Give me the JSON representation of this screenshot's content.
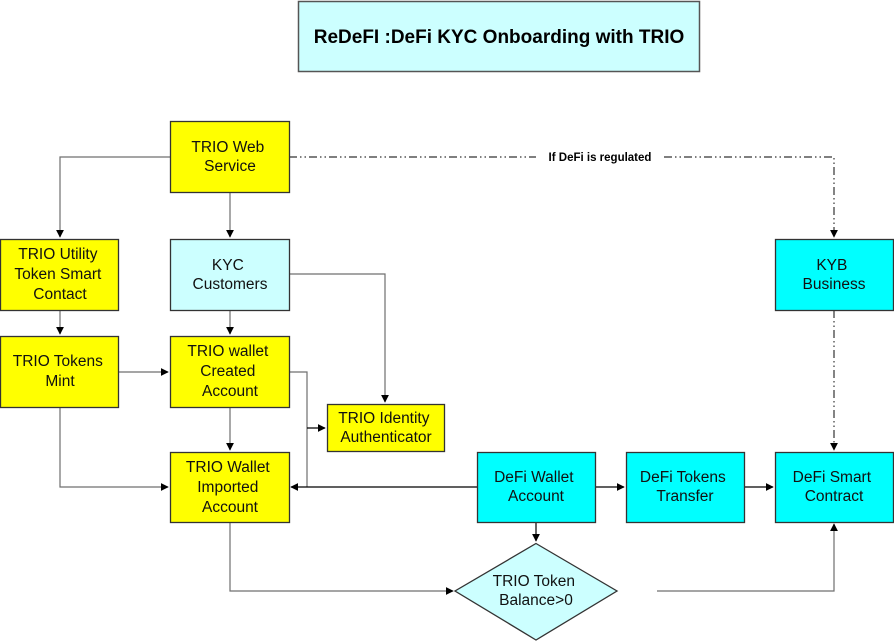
{
  "title": "ReDeFI :DeFi KYC Onboarding with TRIO",
  "colors": {
    "yellow": "#ffff00",
    "light_cyan": "#ccffff",
    "cyan": "#00ffff",
    "border": "#333333"
  },
  "nodes": [
    {
      "id": "trio-web-service",
      "shape": "rect",
      "color": "yellow",
      "lines": [
        "TRIO Web",
        "Service"
      ]
    },
    {
      "id": "trio-utility-token",
      "shape": "rect",
      "color": "yellow",
      "lines": [
        "TRIO Utility",
        "Token Smart",
        "Contact"
      ]
    },
    {
      "id": "kyc-customers",
      "shape": "rect",
      "color": "light_cyan",
      "lines": [
        "KYC",
        "Customers"
      ]
    },
    {
      "id": "kyb-business",
      "shape": "rect",
      "color": "cyan",
      "lines": [
        "KYB",
        "Business"
      ]
    },
    {
      "id": "trio-tokens-mint",
      "shape": "rect",
      "color": "yellow",
      "lines": [
        "TRIO Tokens",
        "Mint"
      ]
    },
    {
      "id": "trio-wallet-created",
      "shape": "rect",
      "color": "yellow",
      "lines": [
        "TRIO wallet",
        "Created",
        "Account"
      ]
    },
    {
      "id": "trio-identity-authenticator",
      "shape": "rect",
      "color": "yellow",
      "lines": [
        "TRIO Identity",
        "Authenticator"
      ]
    },
    {
      "id": "trio-wallet-imported",
      "shape": "rect",
      "color": "yellow",
      "lines": [
        "TRIO Wallet",
        "Imported",
        "Account"
      ]
    },
    {
      "id": "defi-wallet-account",
      "shape": "rect",
      "color": "cyan",
      "lines": [
        "DeFi Wallet",
        "Account"
      ]
    },
    {
      "id": "defi-tokens-transfer",
      "shape": "rect",
      "color": "cyan",
      "lines": [
        "DeFi Tokens",
        "Transfer"
      ]
    },
    {
      "id": "defi-smart-contract",
      "shape": "rect",
      "color": "cyan",
      "lines": [
        "DeFi Smart",
        "Contract"
      ]
    },
    {
      "id": "trio-token-balance",
      "shape": "diamond",
      "color": "light_cyan",
      "lines": [
        "TRIO Token",
        "Balance>0"
      ]
    }
  ],
  "edges": [
    {
      "from": "trio-web-service",
      "to": "trio-utility-token",
      "style": "solid"
    },
    {
      "from": "trio-web-service",
      "to": "kyc-customers",
      "style": "solid"
    },
    {
      "from": "trio-web-service",
      "to": "kyb-business",
      "style": "dash-dot",
      "label": "If DeFi is regulated"
    },
    {
      "from": "trio-utility-token",
      "to": "trio-tokens-mint",
      "style": "solid"
    },
    {
      "from": "kyc-customers",
      "to": "trio-wallet-created",
      "style": "solid"
    },
    {
      "from": "kyc-customers",
      "to": "trio-identity-authenticator",
      "style": "solid"
    },
    {
      "from": "trio-tokens-mint",
      "to": "trio-wallet-created",
      "style": "solid"
    },
    {
      "from": "trio-tokens-mint",
      "to": "trio-wallet-imported",
      "style": "solid"
    },
    {
      "from": "trio-wallet-created",
      "to": "trio-wallet-imported",
      "style": "solid"
    },
    {
      "from": "trio-wallet-created",
      "to": "trio-identity-authenticator",
      "style": "solid"
    },
    {
      "from": "defi-wallet-account",
      "to": "trio-wallet-imported",
      "style": "solid"
    },
    {
      "from": "defi-wallet-account",
      "to": "defi-tokens-transfer",
      "style": "solid"
    },
    {
      "from": "defi-wallet-account",
      "to": "trio-token-balance",
      "style": "solid"
    },
    {
      "from": "defi-tokens-transfer",
      "to": "defi-smart-contract",
      "style": "solid"
    },
    {
      "from": "kyb-business",
      "to": "defi-smart-contract",
      "style": "dash-dot"
    },
    {
      "from": "trio-wallet-imported",
      "to": "trio-token-balance",
      "style": "solid"
    },
    {
      "from": "trio-token-balance",
      "to": "defi-smart-contract",
      "style": "solid"
    }
  ]
}
